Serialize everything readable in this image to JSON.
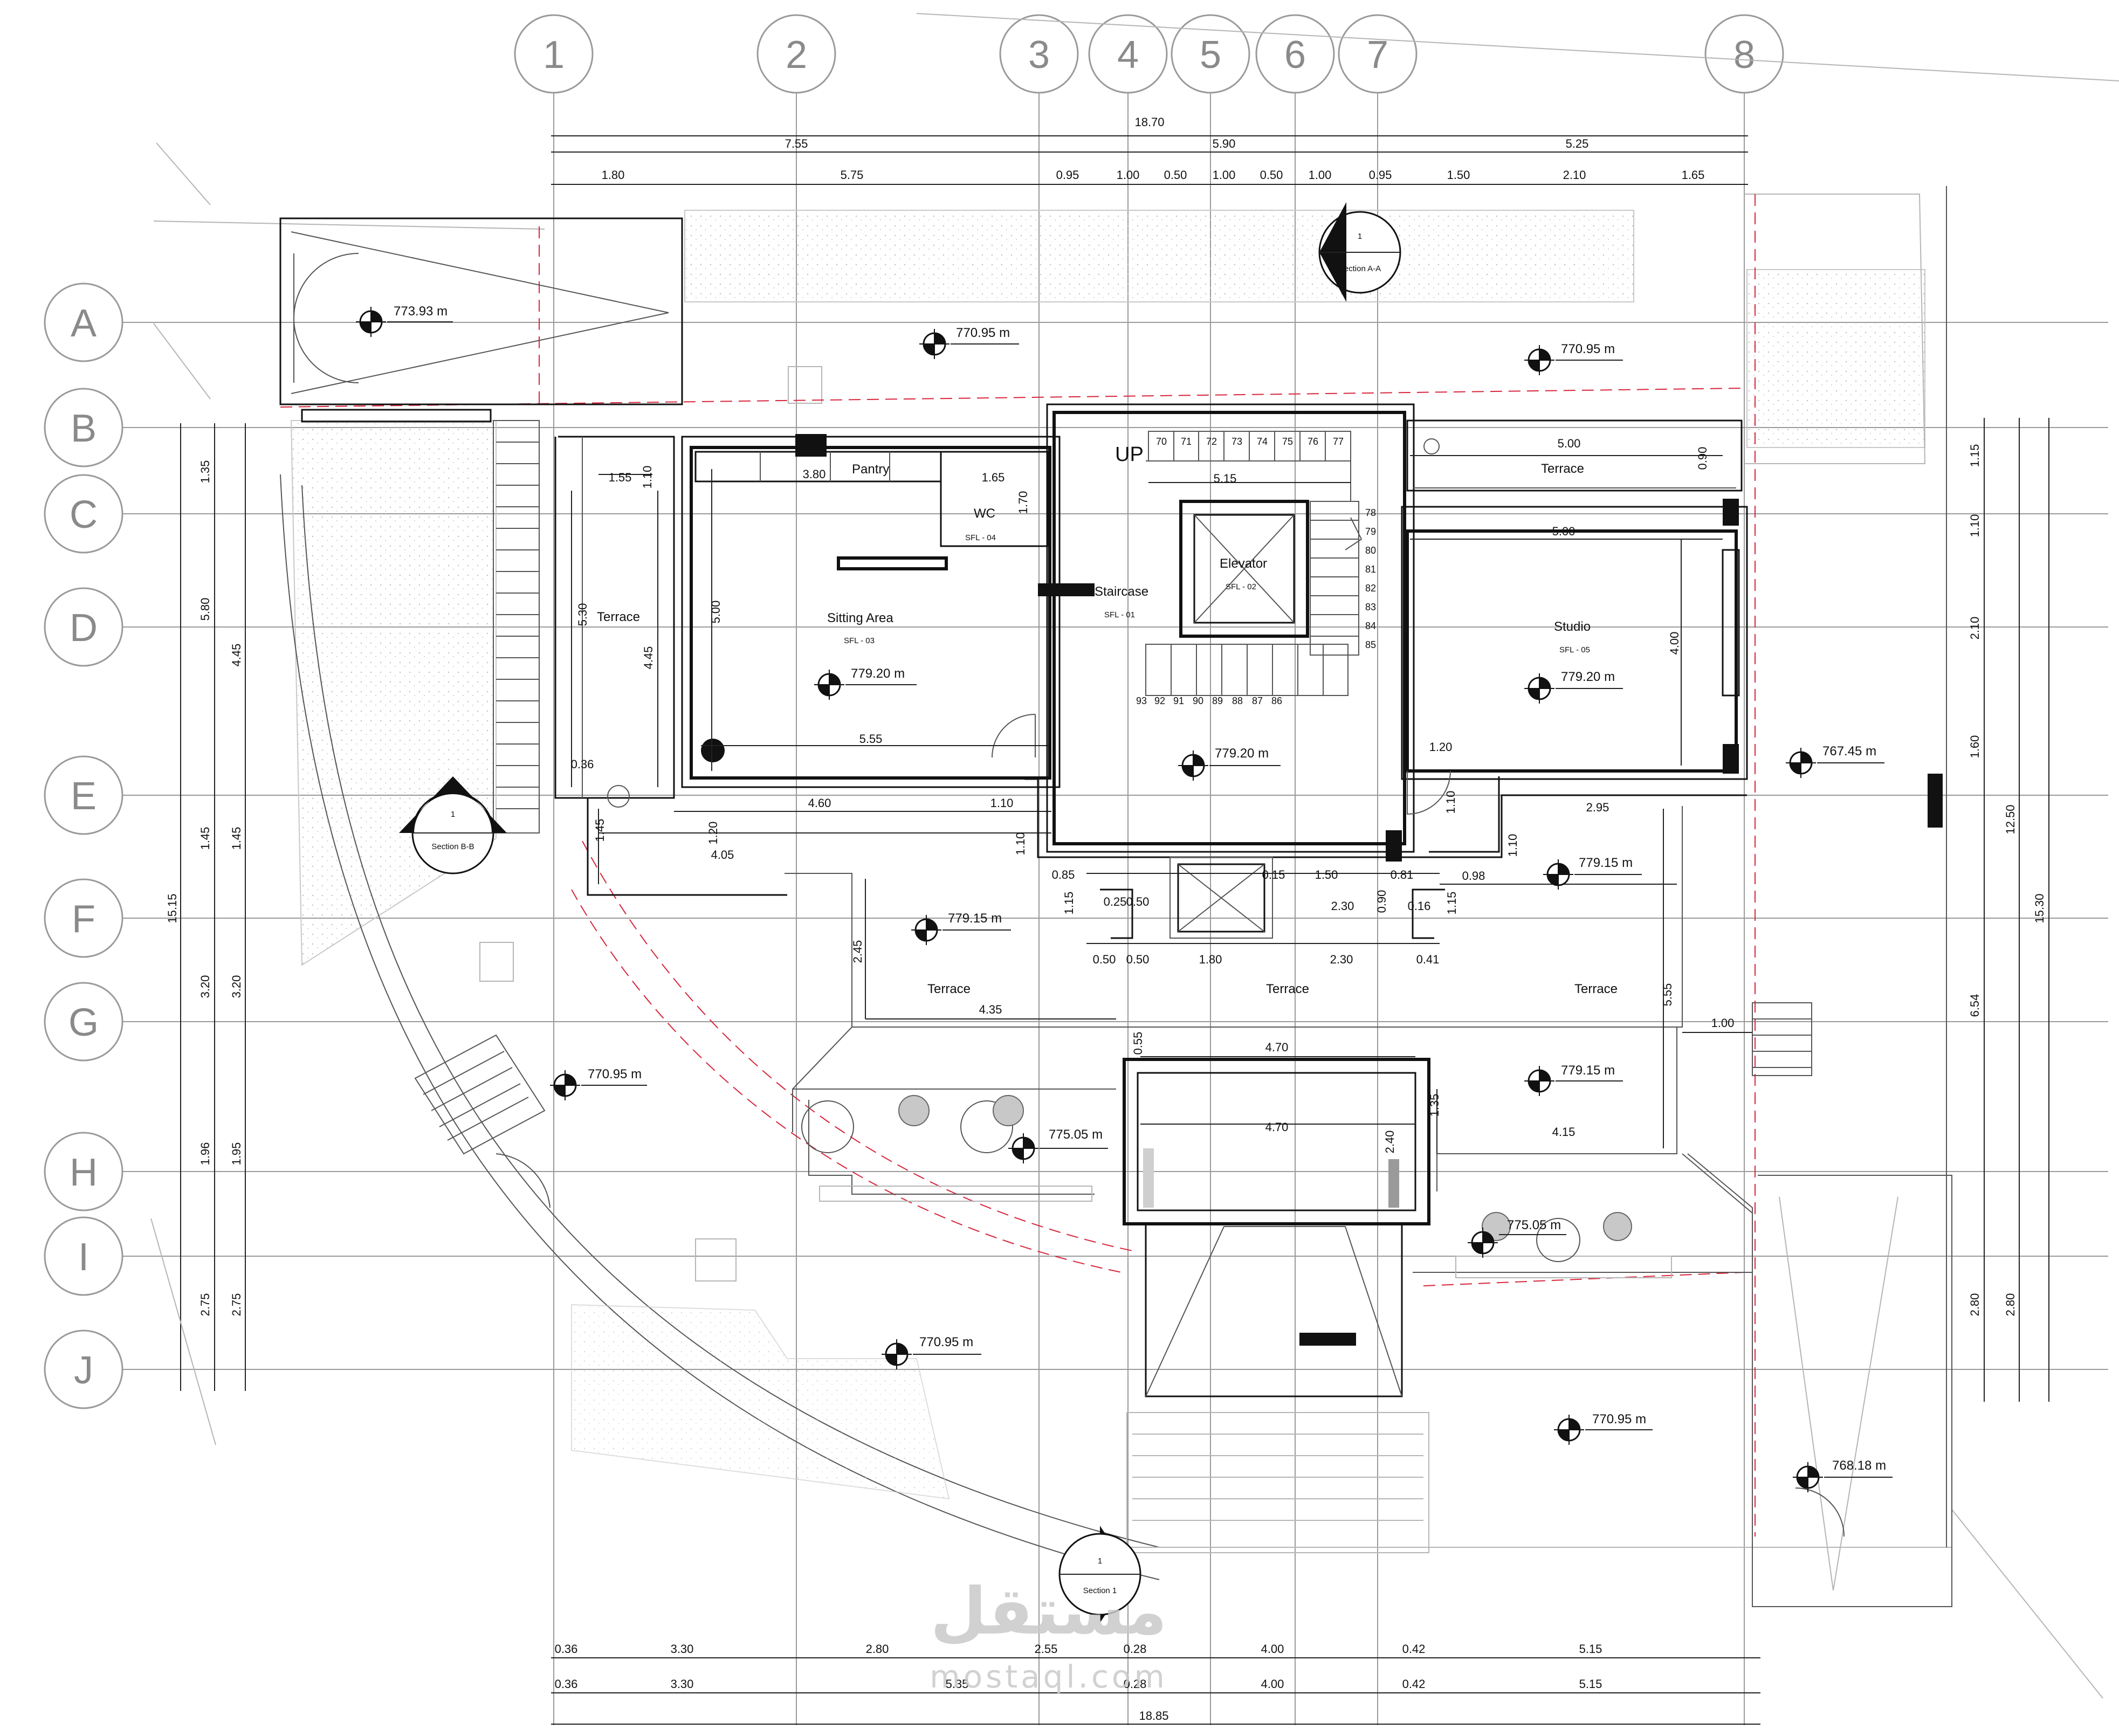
{
  "grid": {
    "columns": [
      "1",
      "2",
      "3",
      "4",
      "5",
      "6",
      "7",
      "8"
    ],
    "rows": [
      "A",
      "B",
      "C",
      "D",
      "E",
      "F",
      "G",
      "H",
      "I",
      "J"
    ]
  },
  "dims_top": {
    "overall": "18.70",
    "row2": [
      "7.55",
      "5.90",
      "5.25"
    ],
    "row3": [
      "1.80",
      "5.75",
      "0.95",
      "1.00",
      "0.50",
      "1.00",
      "0.50",
      "1.00",
      "0.95",
      "1.50",
      "2.10",
      "1.65"
    ]
  },
  "dims_bottom": {
    "row1": [
      "0.36",
      "3.30",
      "2.80",
      "2.55",
      "0.28",
      "4.00",
      "0.42",
      "5.15"
    ],
    "row2": [
      "0.36",
      "3.30",
      "5.35",
      "0.28",
      "4.00",
      "0.42",
      "5.15"
    ],
    "overall": "18.85"
  },
  "dims_left": {
    "outer": "15.15",
    "col2": [
      "1.35",
      "5.80",
      "1.45",
      "3.20",
      "1.96",
      "2.75"
    ],
    "col3": [
      "4.45",
      "1.45",
      "3.20",
      "1.95",
      "2.75"
    ]
  },
  "dims_right": {
    "inner": [
      "1.15",
      "1.10",
      "2.10",
      "1.60",
      "6.54",
      "2.80"
    ],
    "mid": [
      "12.50",
      "2.80"
    ],
    "outer": "15.30"
  },
  "rooms": {
    "pantry": "Pantry",
    "wc": "WC",
    "wc_code": "SFL - 04",
    "sitting": "Sitting Area",
    "sitting_code": "SFL - 03",
    "staircase": "Staircase",
    "staircase_code": "SFL - 01",
    "elevator": "Elevator",
    "elevator_code": "SFL - 02",
    "studio": "Studio",
    "studio_code": "SFL - 05",
    "terrace": "Terrace",
    "up": "UP"
  },
  "stairs": {
    "top": [
      "70",
      "71",
      "72",
      "73",
      "74",
      "75",
      "76",
      "77"
    ],
    "right": [
      "78",
      "79",
      "80",
      "81",
      "82",
      "83",
      "84",
      "85"
    ],
    "bottom": [
      "93",
      "92",
      "91",
      "90",
      "89",
      "88",
      "87",
      "86"
    ]
  },
  "levels": {
    "l773_93": "773.93 m",
    "l770_95": "770.95 m",
    "l779_20": "779.20 m",
    "l779_15": "779.15 m",
    "l775_05": "775.05 m",
    "l767_45": "767.45 m",
    "l768_18": "768.18 m"
  },
  "sections": {
    "aa_num": "1",
    "aa_label": "Section A-A",
    "bb_num": "1",
    "bb_label": "Section B-B",
    "s1_num": "1",
    "s1_label": "Section 1"
  },
  "inner_dims": {
    "d155": "1.55",
    "d110": "1.10",
    "d380": "3.80",
    "d165": "1.65",
    "d170": "1.70",
    "d515": "5.15",
    "d500": "5.00",
    "d090": "0.90",
    "d530": "5.30",
    "d445": "4.45",
    "d555": "5.55",
    "d460": "4.60",
    "d405": "4.05",
    "d120": "1.20",
    "d145": "1.45",
    "d036": "0.36",
    "d400": "4.00",
    "d295": "2.95",
    "d098": "0.98",
    "d085": "0.85",
    "d115": "1.15",
    "d025": "0.25",
    "d050": "0.50",
    "d015": "0.15",
    "d150": "1.50",
    "d081": "0.81",
    "d230": "2.30",
    "d016": "0.16",
    "d180": "1.80",
    "d041": "0.41",
    "d245": "2.45",
    "d435": "4.35",
    "d470": "4.70",
    "d135": "1.35",
    "d240": "2.40",
    "d415": "4.15",
    "d100": "1.00",
    "d055": "0.55"
  },
  "watermark": {
    "arabic": "مستقل",
    "latin": "mostaql.com"
  }
}
